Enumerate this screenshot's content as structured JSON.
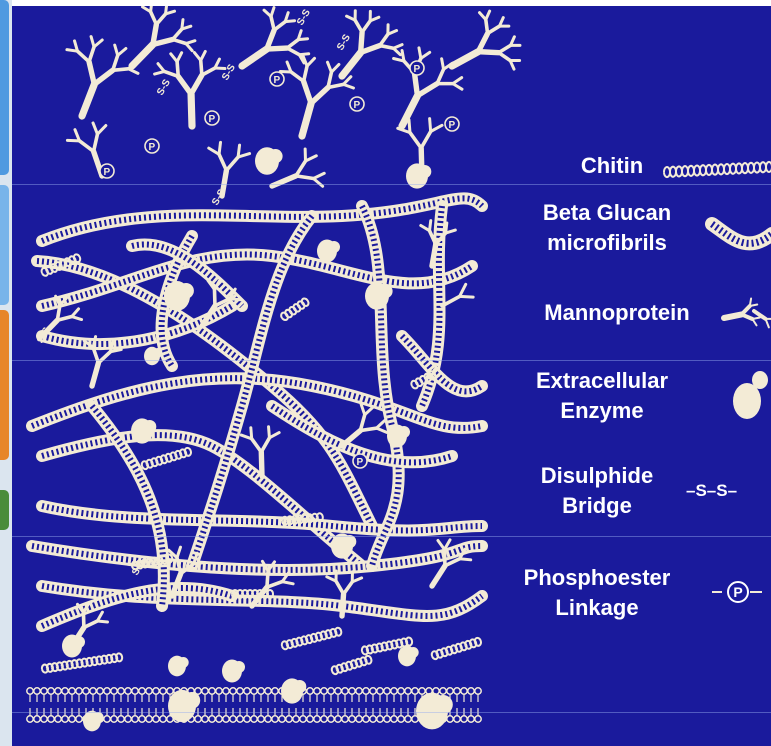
{
  "colors": {
    "background": "#1a1a9c",
    "structure": "#f3ebd6",
    "label": "#ffffff"
  },
  "legend": {
    "chitin": "Chitin",
    "beta_glucan": "Beta Glucan\nmicrofibrils",
    "mannoprotein": "Mannoprotein",
    "enzyme": "Extracellular\nEnzyme",
    "disulphide": "Disulphide\nBridge",
    "disulphide_symbol": "–S–S–",
    "phosphoester": "Phosphoester\nLinkage",
    "phospho_symbol": "P"
  },
  "diagram_marks": {
    "ss": "S-S",
    "p": "P"
  }
}
